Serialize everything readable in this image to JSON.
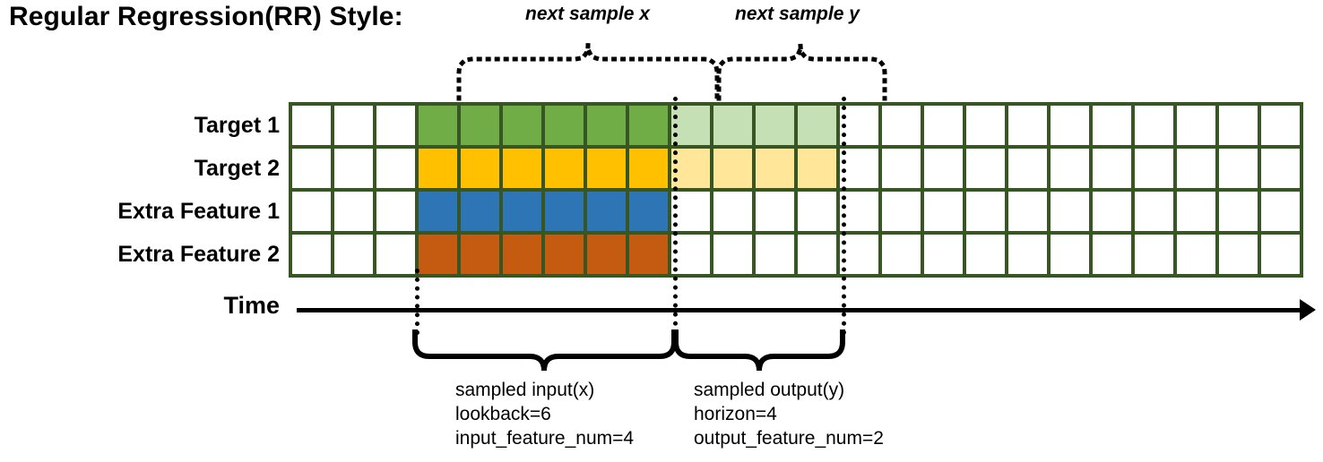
{
  "title": "Regular Regression(RR) Style:",
  "rows": [
    {
      "label": "Target 1",
      "color_key": "green"
    },
    {
      "label": "Target 2",
      "color_key": "yellow"
    },
    {
      "label": "Extra Feature 1",
      "color_key": "blue"
    },
    {
      "label": "Extra Feature 2",
      "color_key": "orange"
    }
  ],
  "axis": {
    "label": "Time"
  },
  "top_annotations": [
    {
      "text": "next sample x"
    },
    {
      "text": "next sample y"
    }
  ],
  "bottom_annotations": [
    {
      "lines": [
        "sampled input(x)",
        "lookback=6",
        "input_feature_num=4"
      ]
    },
    {
      "lines": [
        "sampled output(y)",
        "horizon=4",
        "output_feature_num=2"
      ]
    }
  ],
  "colors": {
    "border": "#375623",
    "green": "#70AD47",
    "green_light": "#C5E0B4",
    "yellow": "#FFC000",
    "yellow_light": "#FFE699",
    "blue": "#2E75B6",
    "orange": "#C55A11",
    "white": "#FFFFFF",
    "ink": "#000000"
  },
  "chart_data": {
    "type": "heatmap",
    "title": "Regular Regression(RR) Style:",
    "columns": 24,
    "lookback": 6,
    "horizon": 4,
    "input_feature_num": 4,
    "output_feature_num": 2,
    "input_start_col": 3,
    "input_end_col": 8,
    "output_start_col": 9,
    "output_end_col": 12,
    "row_names": [
      "Target 1",
      "Target 2",
      "Extra Feature 1",
      "Extra Feature 2"
    ],
    "cell_states": [
      [
        "white",
        "white",
        "white",
        "green",
        "green",
        "green",
        "green",
        "green",
        "green",
        "green_light",
        "green_light",
        "green_light",
        "green_light",
        "white",
        "white",
        "white",
        "white",
        "white",
        "white",
        "white",
        "white",
        "white",
        "white",
        "white"
      ],
      [
        "white",
        "white",
        "white",
        "yellow",
        "yellow",
        "yellow",
        "yellow",
        "yellow",
        "yellow",
        "yellow_light",
        "yellow_light",
        "yellow_light",
        "yellow_light",
        "white",
        "white",
        "white",
        "white",
        "white",
        "white",
        "white",
        "white",
        "white",
        "white",
        "white"
      ],
      [
        "white",
        "white",
        "white",
        "blue",
        "blue",
        "blue",
        "blue",
        "blue",
        "blue",
        "white",
        "white",
        "white",
        "white",
        "white",
        "white",
        "white",
        "white",
        "white",
        "white",
        "white",
        "white",
        "white",
        "white",
        "white"
      ],
      [
        "white",
        "white",
        "white",
        "orange",
        "orange",
        "orange",
        "orange",
        "orange",
        "orange",
        "white",
        "white",
        "white",
        "white",
        "white",
        "white",
        "white",
        "white",
        "white",
        "white",
        "white",
        "white",
        "white",
        "white",
        "white"
      ]
    ],
    "legend": [
      "next sample x",
      "next sample y",
      "sampled input(x)",
      "sampled output(y)"
    ],
    "xlabel": "Time",
    "ylabel": "",
    "grid": true
  }
}
